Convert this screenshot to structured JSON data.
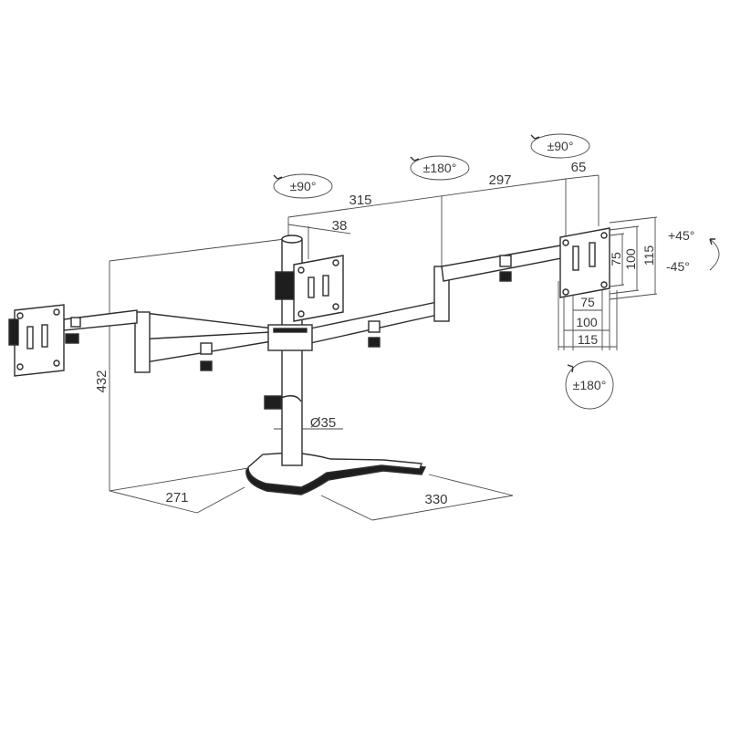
{
  "dimensions": {
    "arm_span_left": "315",
    "arm_span_right": "297",
    "plate_offset": "38",
    "plate_depth": "65",
    "height": "432",
    "base_depth": "271",
    "base_width": "330",
    "pole_diameter": "Ø35",
    "vesa_small_h": "75",
    "vesa_mid_h": "100",
    "vesa_large_h": "115",
    "vesa_small_w": "75",
    "vesa_mid_w": "100",
    "vesa_large_w": "115"
  },
  "rotations": {
    "swivel_center": "±90°",
    "rotate_arm": "±180°",
    "swivel_right": "±90°",
    "rotate_bottom": "±180°",
    "tilt_up": "+45°",
    "tilt_down": "-45°"
  },
  "colors": {
    "line": "#2e2e2e",
    "text": "#3a3a3a",
    "background": "#ffffff"
  }
}
